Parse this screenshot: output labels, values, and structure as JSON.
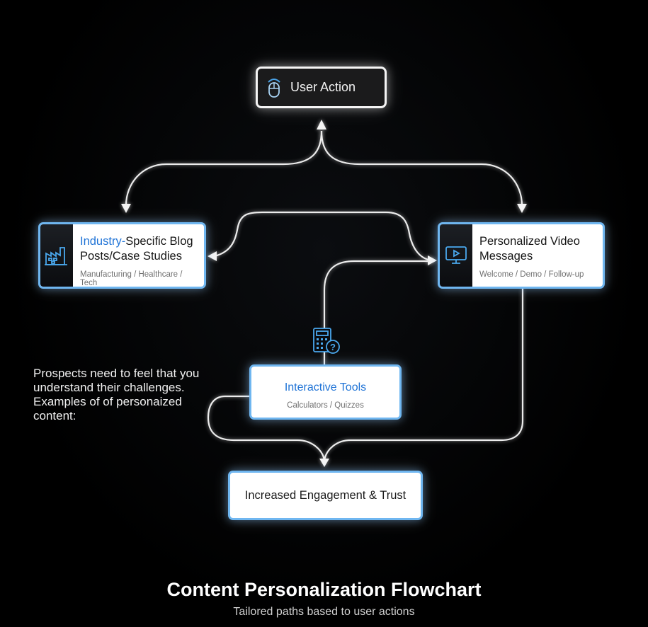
{
  "diagram": {
    "title": "Content Personalization Flowchart",
    "subtitle": "Tailored paths based to user actions",
    "note": "Prospects need to feel that you understand their challenges. Examples of of personaized content:",
    "colors": {
      "accent_blue": "#1f73d6",
      "node_border": "#6fb6f0",
      "connector": "#ececec",
      "background": "#000000"
    },
    "nodes": {
      "user_action": {
        "label": "User Action",
        "icon": "mouse-icon"
      },
      "blog": {
        "title_accent": "Industry-",
        "title_rest": "Specific Blog Posts/Case Studies",
        "subtitle": "Manufacturing / Healthcare / Tech",
        "icon": "factory-icon"
      },
      "video": {
        "title": "Personalized Video Messages",
        "subtitle": "Welcome / Demo / Follow-up",
        "icon": "video-monitor-icon"
      },
      "tools": {
        "title": "Interactive Tools",
        "subtitle": "Calculators / Quizzes",
        "icon": "calculator-question-icon"
      },
      "engagement": {
        "title": "Increased Engagement & Trust"
      }
    },
    "edges": [
      {
        "from": "blog",
        "to": "user_action"
      },
      {
        "from": "video",
        "to": "user_action"
      },
      {
        "from": "user_action",
        "to": "blog"
      },
      {
        "from": "user_action",
        "to": "video"
      },
      {
        "from": "blog",
        "to": "video"
      },
      {
        "from": "video",
        "to": "blog"
      },
      {
        "from": "tools",
        "to": "video"
      },
      {
        "from": "tools",
        "to": "engagement"
      },
      {
        "from": "video",
        "to": "engagement"
      }
    ]
  }
}
